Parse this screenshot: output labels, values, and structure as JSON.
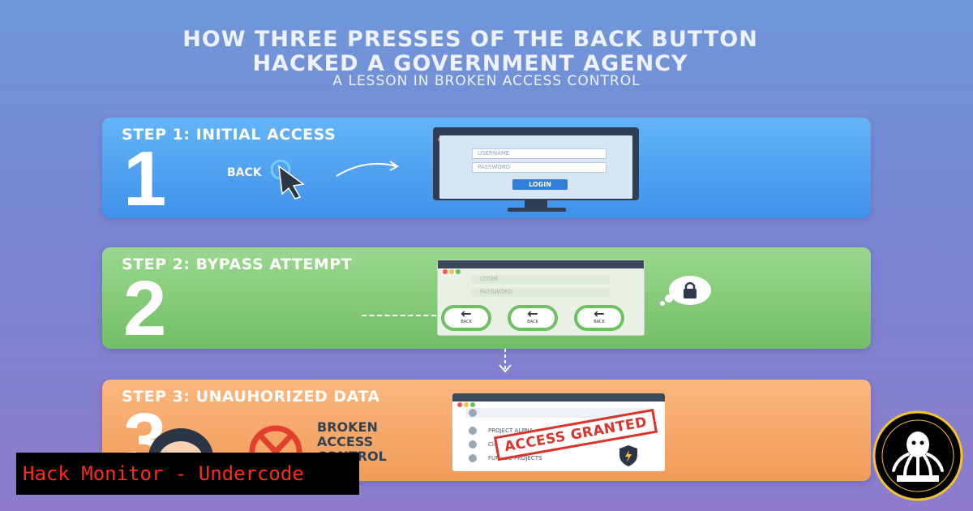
{
  "header": {
    "title_line1": "HOW THREE PRESSES OF THE BACK BUTTON",
    "title_line2": "HACKED A GOVERNMENT AGENCY",
    "subtitle": "A LESSON IN BROKEN ACCESS CONTROL"
  },
  "step1": {
    "label": "STEP 1: INITIAL ACCESS",
    "number": "1",
    "back_text": "BACK",
    "username_placeholder": "USERNAME",
    "password_placeholder": "PASSWORD",
    "login_button": "LOGIN"
  },
  "step2": {
    "label": "STEP 2: BYPASS ATTEMPT",
    "number": "2",
    "login_field": "LOGIN",
    "password_field": "PASSWORD",
    "back_buttons": [
      "BACK",
      "BACK",
      "BACK"
    ]
  },
  "step3": {
    "label": "STEP 3: UNAUHORIZED DATA",
    "number": "3",
    "broken_line1": "BROKEN",
    "broken_line2": "ACCESS",
    "broken_line3": "CONTROL",
    "rows": [
      "PROJECT ALPNA",
      "Classified",
      "FUNDED PROJECTS"
    ],
    "stamp": "ACCESS GRANTED"
  },
  "banner": {
    "text": "Hack Monitor - Undercode"
  },
  "colors": {
    "step1": "#4aa0ef",
    "step2": "#84c97a",
    "step3": "#f6a866",
    "banner_text": "#ff2a1a",
    "stamp": "#d9342b"
  },
  "icons": [
    "cursor-icon",
    "arrow-icon",
    "lock-icon",
    "shield-icon",
    "no-entry-icon",
    "hacker-icon",
    "octopus-logo"
  ]
}
